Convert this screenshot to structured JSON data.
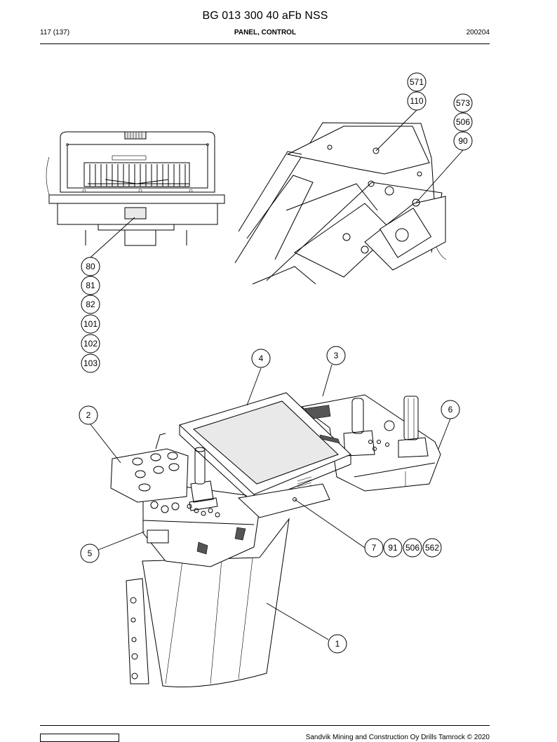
{
  "header": {
    "document_title": "BG 013 300 40 aFb NSS",
    "page_number": "117 (137)",
    "section_title": "PANEL, CONTROL",
    "date_code": "200204"
  },
  "callouts": {
    "c571": "571",
    "c110": "110",
    "c573": "573",
    "c506a": "506",
    "c90": "90",
    "c80": "80",
    "c81": "81",
    "c82": "82",
    "c101": "101",
    "c102": "102",
    "c103": "103",
    "c4": "4",
    "c3": "3",
    "c2": "2",
    "c6": "6",
    "c7": "7",
    "c91": "91",
    "c506b": "506",
    "c562": "562",
    "c5": "5",
    "c1": "1"
  },
  "footer": {
    "copyright": "Sandvik Mining and Construction Oy Drills Tamrock © 2020"
  }
}
